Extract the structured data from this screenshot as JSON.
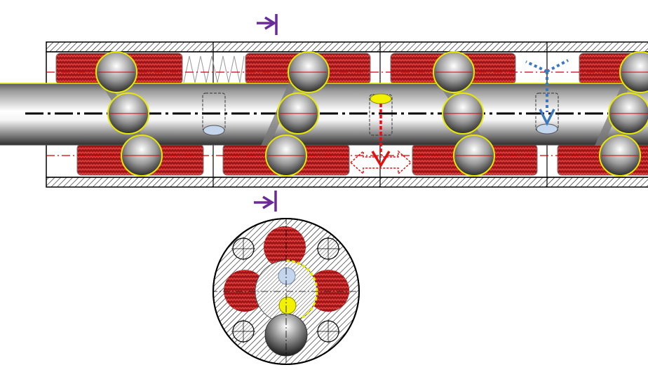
{
  "diagram": {
    "colors": {
      "hatch_line": "#222222",
      "coil_fill": "#b22222",
      "coil_pattern": "#e04040",
      "ball_ring": "#e8e800",
      "shaft_light": "#ffffff",
      "shaft_dark": "#3a3a3a",
      "centerline_red": "#d40000",
      "centerline_black": "#000000",
      "section_marker": "#6a2a9a",
      "motion_red": "#e01010",
      "motion_blue": "#3a78c0",
      "pin_yellow": "#f2f200",
      "pin_blue": "#c4d6ee"
    },
    "parts": {
      "housing": "tube-housing",
      "shaft": "center-shaft",
      "ball_set_count": 4,
      "balls_per_set": 3,
      "cross_section": "section-view"
    }
  }
}
